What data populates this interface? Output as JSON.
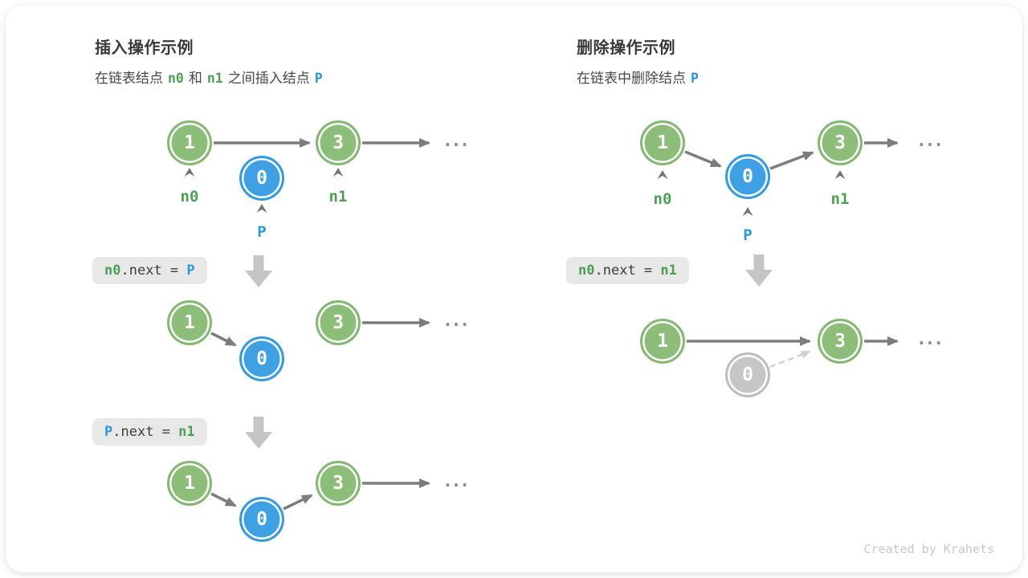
{
  "left": {
    "title": "插入操作示例",
    "subtitle": [
      "在链表结点",
      "n0",
      "和",
      "n1",
      "之间插入结点",
      "P"
    ],
    "code1": [
      "n0",
      ".next = ",
      "P"
    ],
    "code2": [
      "P",
      ".next = ",
      "n1"
    ]
  },
  "right": {
    "title": "删除操作示例",
    "subtitle": [
      "在链表中删除结点",
      "P"
    ],
    "code1": [
      "n0",
      ".next = ",
      "n1"
    ]
  },
  "labels": {
    "n0": "n0",
    "n1": "n1",
    "p": "P"
  },
  "nodes": {
    "one": "1",
    "three": "3",
    "zero": "0"
  },
  "ellipsis": "...",
  "footer": "Created by Krahets",
  "colors": {
    "node_green": "#8CBE7A",
    "node_blue": "#3FA0E3",
    "node_gray": "#C6C6C6",
    "text_green": "#4E9F54",
    "text_blue": "#2B98DB",
    "arrow_gray": "#7D7D7D",
    "block_arrow": "#C5C5C5",
    "code_bg": "#E8E8E8",
    "dashed": "#CFCFCF"
  }
}
